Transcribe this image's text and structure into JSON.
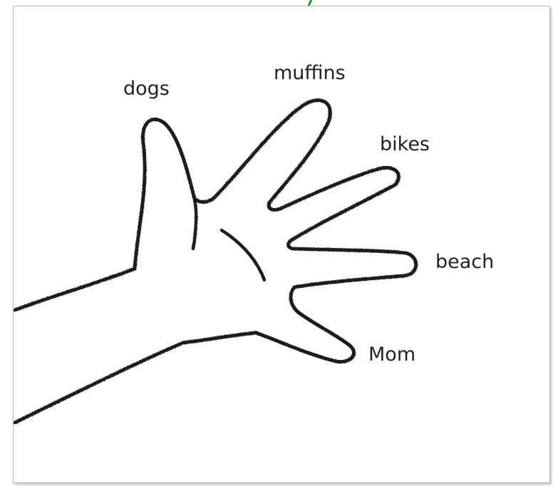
{
  "labels": {
    "thumb": "dogs",
    "index": "muffins",
    "middle": "bikes",
    "ring": "beach",
    "pinky": "Mom"
  },
  "colors": {
    "stroke": "#1a1a1a",
    "accent": "#1a9e1a",
    "frame_border": "#b9b9b9"
  }
}
